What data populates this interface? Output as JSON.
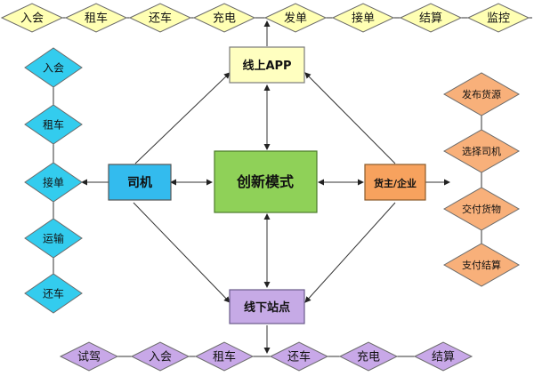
{
  "top_row": [
    "入会",
    "租车",
    "还车",
    "充电",
    "发单",
    "接单",
    "结算",
    "监控"
  ],
  "driver_column": [
    "入会",
    "租车",
    "接单",
    "运输",
    "还车"
  ],
  "shipper_column": [
    "发布货源",
    "选择司机",
    "交付货物",
    "支付结算"
  ],
  "bottom_row": [
    "试驾",
    "入会",
    "租车",
    "还车",
    "充电",
    "结算"
  ],
  "nodes": {
    "app": "线上APP",
    "driver": "司机",
    "center": "创新模式",
    "shipper": "货主/企业",
    "station": "线下站点"
  },
  "colors": {
    "top_diamond": "#ffffb3",
    "driver_diamond": "#33ccee",
    "shipper_diamond": "#f8b07a",
    "bottom_diamond": "#c8a8e8",
    "app_box": "#ffffc0",
    "driver_box": "#33bbee",
    "center_box": "#8fd158",
    "shipper_box": "#f7a25e",
    "station_box": "#c6aae6"
  }
}
